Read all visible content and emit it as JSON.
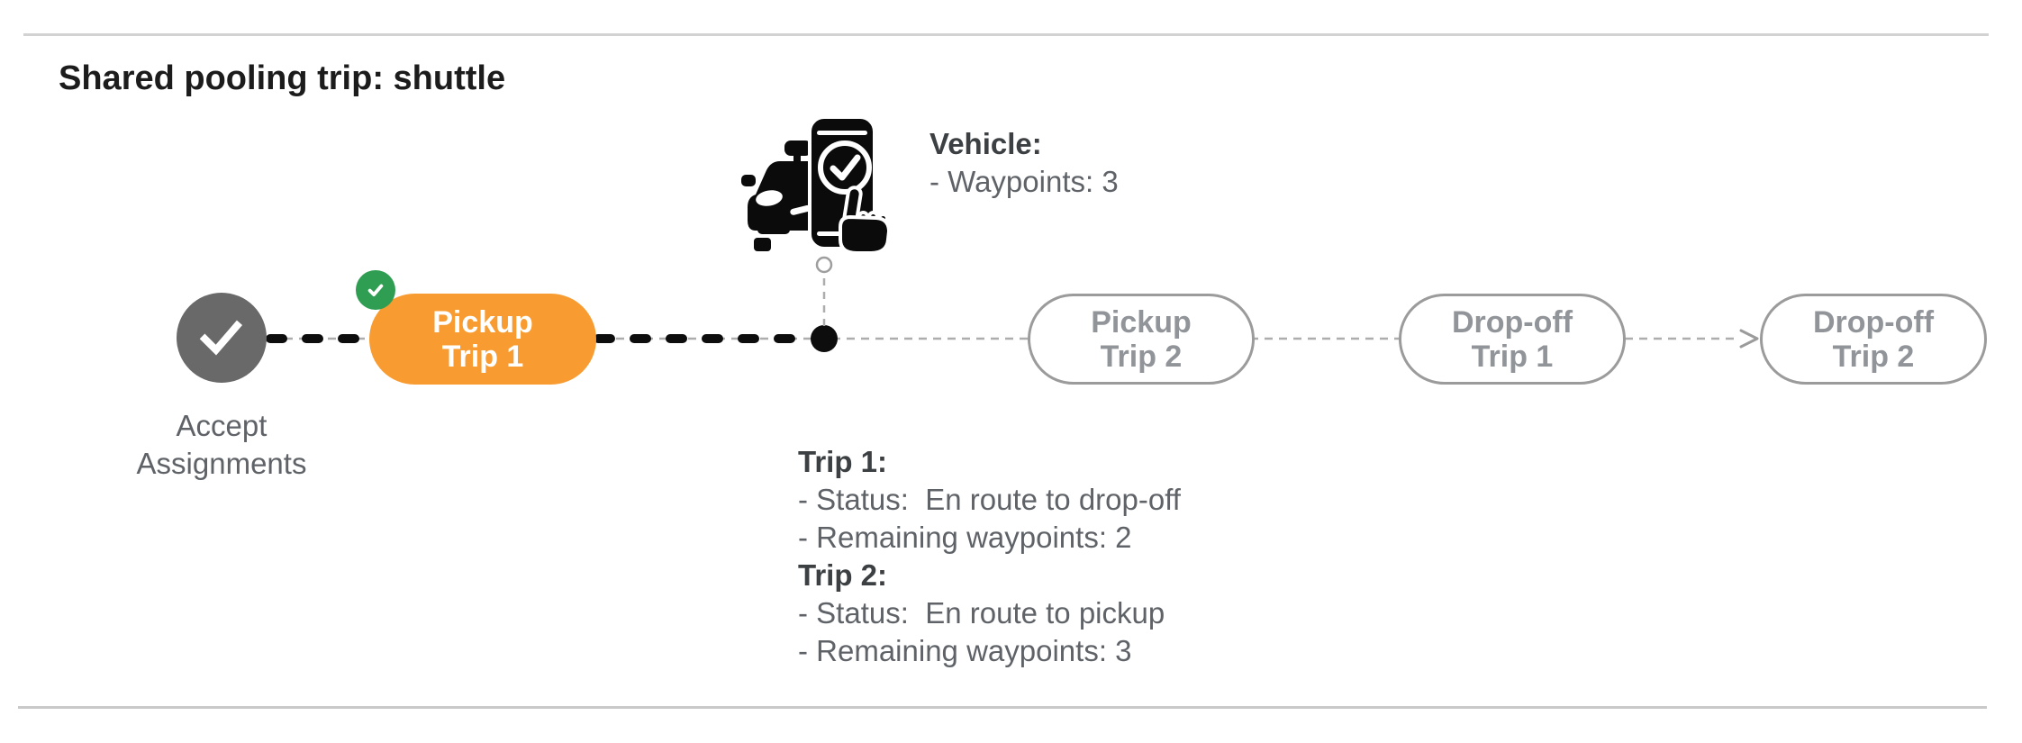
{
  "header": {
    "title": "Shared pooling trip: shuttle"
  },
  "timeline": {
    "accept": {
      "label": "Accept\nAssignments",
      "status": "completed"
    },
    "pickup_trip_1": {
      "line1": "Pickup",
      "line2": "Trip 1",
      "status": "current",
      "badge": "completed-check"
    },
    "pickup_trip_2": {
      "line1": "Pickup",
      "line2": "Trip 2",
      "status": "upcoming"
    },
    "dropoff_trip_1": {
      "line1": "Drop-off",
      "line2": "Trip 1",
      "status": "upcoming"
    },
    "dropoff_trip_2": {
      "line1": "Drop-off",
      "line2": "Trip 2",
      "status": "upcoming"
    }
  },
  "vehicle_info": {
    "title": "Vehicle:",
    "waypoints": "- Waypoints: 3"
  },
  "trip_status": [
    {
      "title": "Trip 1:",
      "status": "- Status:  En route to drop-off",
      "remaining": "- Remaining waypoints: 2"
    },
    {
      "title": "Trip 2:",
      "status": "- Status:  En route to pickup",
      "remaining": "- Remaining waypoints: 3"
    }
  ],
  "icons": {
    "accept_node": "check-icon",
    "active_badge": "check-badge-icon",
    "vehicle_marker": "robotaxi-phone-check-icon",
    "position_marker": "vehicle-position-dot",
    "flow_arrow": "arrow-right-icon"
  },
  "colors": {
    "completed_node_gray": "#696969",
    "active_pill_orange": "#F89C31",
    "success_badge_green": "#2F9E52",
    "pending_pill_border": "#9B9B9B",
    "pending_pill_text": "#919499",
    "completed_route_black": "#0D0D0D",
    "connector_gray": "#ADADAD",
    "heading_text": "#1C1C1C",
    "bold_label_text": "#3C4043",
    "body_text": "#5F6368",
    "divider_gray": "#D2D2D2"
  }
}
